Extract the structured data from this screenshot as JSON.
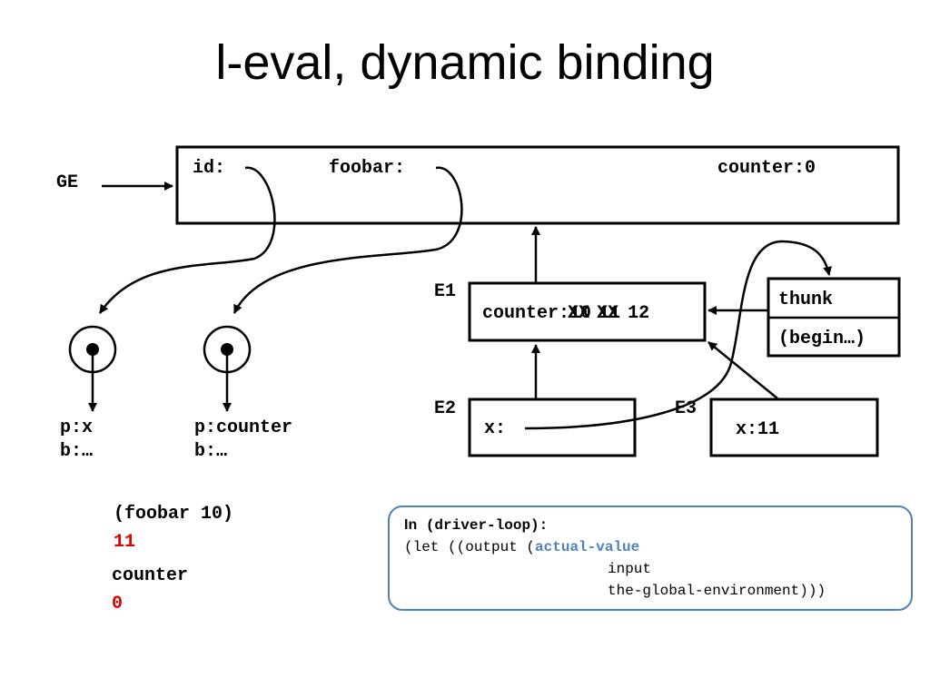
{
  "slide": {
    "title": "l-eval, dynamic binding"
  },
  "global_env": {
    "label": "GE",
    "bindings": {
      "id": "id:",
      "foobar": "foobar:",
      "counter": "counter:0"
    }
  },
  "env_e1": {
    "label": "E1",
    "binding_prefix": "counter:",
    "struck_values": [
      "10",
      "11"
    ],
    "current_value": "12"
  },
  "env_e2": {
    "label": "E2",
    "binding": "x:"
  },
  "env_e3": {
    "label": "E3",
    "binding": "x:11"
  },
  "thunk": {
    "header": "thunk",
    "body": "(begin…)"
  },
  "procedures": [
    {
      "params": "p:x",
      "body": "b:…"
    },
    {
      "params": "p:counter",
      "body": "b:…"
    }
  ],
  "repl": [
    {
      "expr": "(foobar 10)",
      "result": "11"
    },
    {
      "expr": "counter",
      "result": "0"
    }
  ],
  "colors": {
    "result": "#e00000",
    "accent": "#4f81bd"
  },
  "callout": {
    "prefix": "In",
    "fn": "(driver-loop):",
    "line1_pre": "(let ((output (",
    "line1_fn": "actual-value",
    "line2": "input",
    "line3": "the-global-environment)))"
  }
}
